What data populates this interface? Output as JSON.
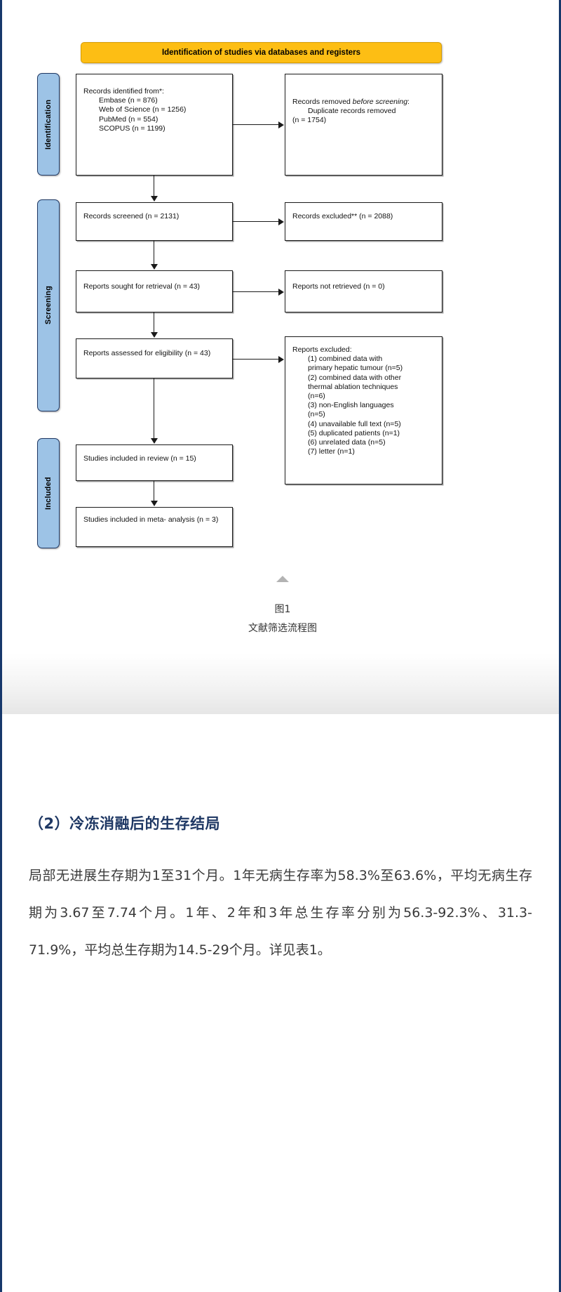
{
  "figure": {
    "banner": "Identification of studies via databases and registers",
    "phases": [
      {
        "label": "Identification"
      },
      {
        "label": "Screening"
      },
      {
        "label": "Included"
      }
    ],
    "boxes": {
      "identified": {
        "title": "Records identified from*:",
        "items": [
          "Embase (n = 876)",
          "Web of Science (n = 1256)",
          "PubMed (n = 554)",
          "SCOPUS (n = 1199)"
        ]
      },
      "removed": {
        "line1": "Records removed ",
        "line1_italic": "before",
        "line2_italic": "screening",
        "line2_rest": ":",
        "items": [
          "Duplicate records removed",
          "(n = 1754)"
        ]
      },
      "screened": {
        "title": "Records screened",
        "count": "(n = 2131)"
      },
      "excluded_screened": {
        "title": "Records excluded**",
        "count": "(n = 2088)"
      },
      "sought": {
        "title": "Reports sought for retrieval",
        "count": "(n = 43)"
      },
      "not_retrieved": {
        "title": "Reports not retrieved",
        "count": "(n = 0)"
      },
      "assessed": {
        "title": "Reports assessed for eligibility",
        "count": "(n = 43)"
      },
      "excluded_reports": {
        "title": "Reports excluded:",
        "items": [
          "(1) combined data with",
          "primary hepatic tumour (n=5)",
          "(2) combined data with other",
          "thermal ablation techniques",
          "(n=6)",
          "(3) non-English languages",
          "(n=5)",
          "(4) unavailable full text (n=5)",
          "(5) duplicated patients (n=1)",
          "(6) unrelated data (n=5)",
          "(7) letter (n=1)"
        ]
      },
      "in_review": {
        "title": "Studies included in review",
        "count": "(n = 15)"
      },
      "meta": {
        "title": "Studies included in meta-",
        "title2": "analysis",
        "count": "(n = 3)"
      }
    },
    "caption_line1": "图1",
    "caption_line2": "文献筛选流程图"
  },
  "article": {
    "section_title": "（2）冷冻消融后的生存结局",
    "paragraph": "局部无进展生存期为1至31个月。1年无病生存率为58.3%至63.6%，平均无病生存期为3.67至7.74个月。1年、2年和3年总生存率分别为56.3-92.3%、31.3-71.9%，平均总生存期为14.5-29个月。详见表1。"
  },
  "colors": {
    "banner_bg": "#fdbe14",
    "phase_tab_bg": "#9dc3e6",
    "heading": "#1f3864",
    "page_border": "#17386b"
  }
}
